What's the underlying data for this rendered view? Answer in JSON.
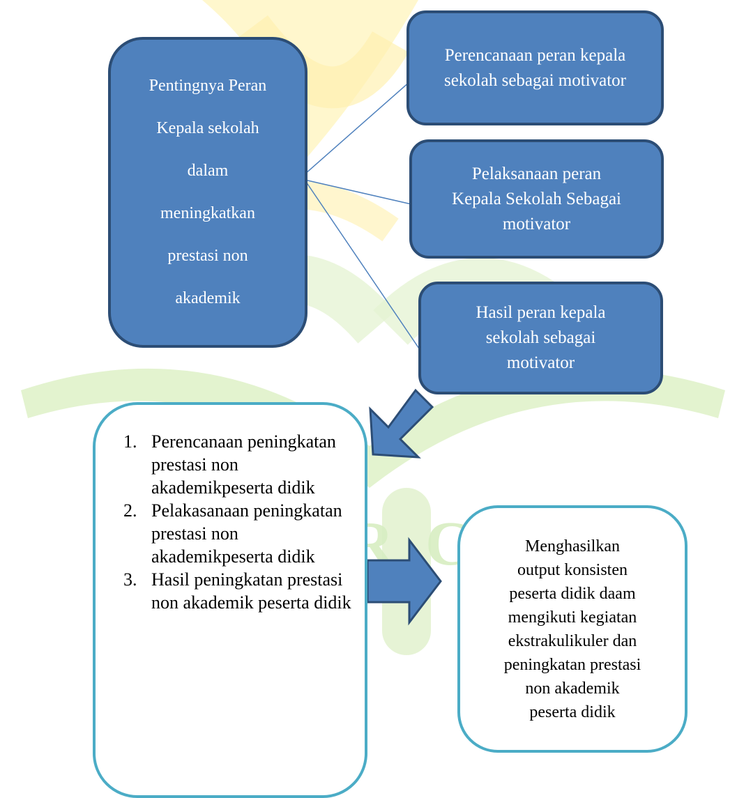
{
  "main_box": "Pentingnya Peran\nKepala sekolah\ndalam\nmeningkatkan\nprestasi non\nakademik",
  "roles": [
    "Perencanaan peran kepala\nsekolah sebagai motivator",
    "Pelaksanaan peran\nKepala Sekolah Sebagai\nmotivator",
    "Hasil peran kepala\nsekolah sebagai\nmotivator"
  ],
  "steps": [
    "Perencanaan peningkatan prestasi non akademikpeserta didik",
    "Pelakasanaan peningkatan prestasi non akademikpeserta didik",
    "Hasil peningkatan prestasi non akademik peserta didik"
  ],
  "outcome": "Menghasilkan\noutput konsisten\npeserta didik daam\nmengikuti kegiatan\nekstrakulikuler dan\npeningkatan prestasi\nnon akademik\npeserta didik",
  "colors": {
    "box_fill": "#4f81bd",
    "box_border": "#2c4d75",
    "outline_border": "#4bacc6",
    "watermark_green": "#d6ecb8",
    "watermark_yellow": "#fff3b0"
  }
}
